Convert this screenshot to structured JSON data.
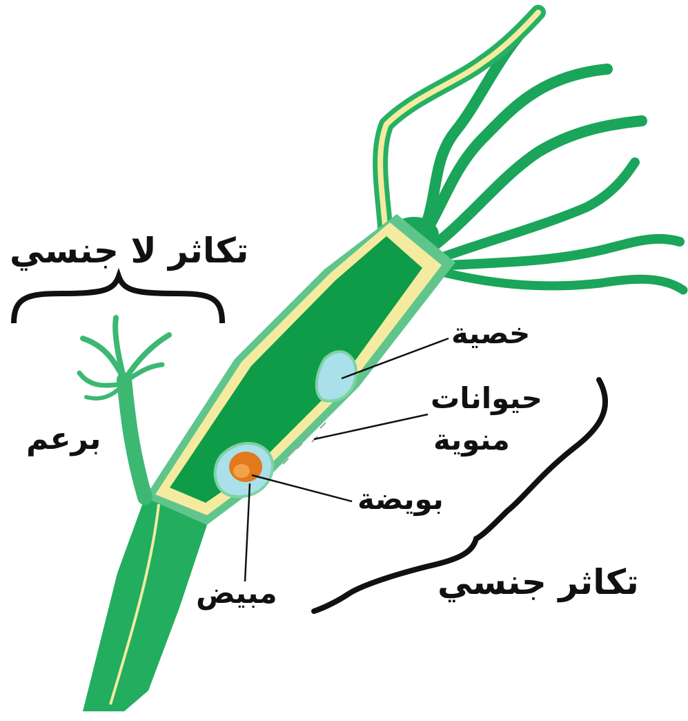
{
  "colors": {
    "body_dark": "#0e9e4a",
    "body_light": "#2fbd6c",
    "outline": "#7fd2a4",
    "lining": "#f4eba0",
    "testis": "#a9e0ea",
    "egg": "#e07a1c",
    "text": "#111111"
  },
  "labels": {
    "asexual_reproduction": "تكاثر لا جنسي",
    "bud": "برعم",
    "testis": "خصية",
    "sperm_line1": "حيوانات",
    "sperm_line2": "منوية",
    "egg": "بويضة",
    "ovary": "مبيض",
    "sexual_reproduction": "تكاثر جنسي"
  }
}
